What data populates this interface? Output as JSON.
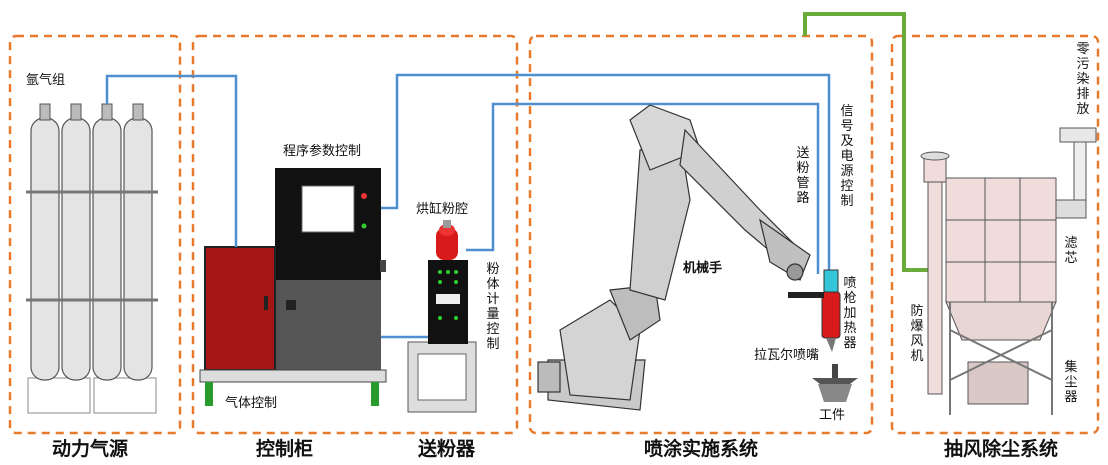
{
  "colors": {
    "dashed_border": "#e87a2e",
    "gas_line": "#4f8fd0",
    "exhaust_line": "#6aab3a",
    "cabinet_red": "#a41515",
    "gun_red": "#d91a1a",
    "gun_cyan": "#34c6d8",
    "robot_gray": "#c9c9c9",
    "dust_pink": "#f0dcda",
    "bottle_gray": "#e4e4e4"
  },
  "sections": {
    "power_gas": "动力气源",
    "control_cabinet": "控制柜",
    "powder_feeder": "送粉器",
    "spray_system": "喷涂实施系统",
    "exhaust_system": "抽风除尘系统"
  },
  "labels": {
    "argon_group": "氩气组",
    "program_control": "程序参数控制",
    "gas_control": "气体控制",
    "baking_chamber": "烘缸粉腔",
    "powder_metering": "粉体计量控制",
    "powder_pipe": "送粉管路",
    "signal_power": "信号及电源控制",
    "robot_arm": "机械手",
    "gun_heater": "喷枪加热器",
    "laval_nozzle": "拉瓦尔喷嘴",
    "workpiece": "工件",
    "zero_pollution": "零污染排放",
    "filter": "滤芯",
    "explosion_fan": "防爆风机",
    "dust_collector": "集尘器"
  }
}
